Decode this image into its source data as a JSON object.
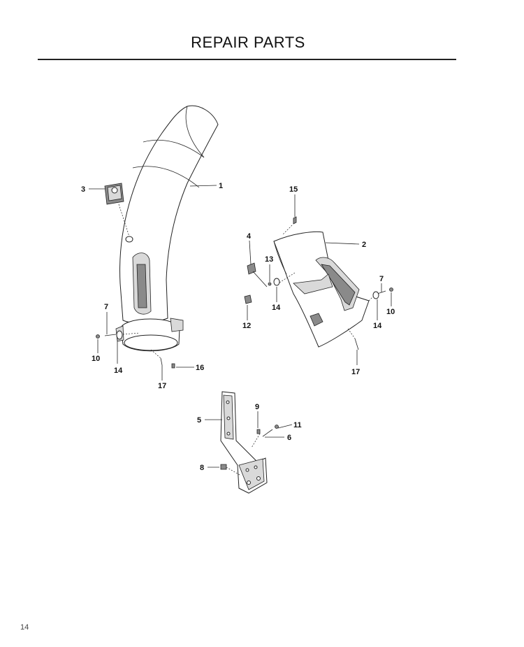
{
  "header": {
    "title": "REPAIR PARTS"
  },
  "footer": {
    "page_number": "14"
  },
  "callouts": {
    "c1": "1",
    "c2": "2",
    "c3": "3",
    "c4": "4",
    "c5": "5",
    "c6": "6",
    "c7a": "7",
    "c7b": "7",
    "c8": "8",
    "c9": "9",
    "c10a": "10",
    "c10b": "10",
    "c11": "11",
    "c12": "12",
    "c13": "13",
    "c14a": "14",
    "c14b": "14",
    "c14c": "14",
    "c15": "15",
    "c16": "16",
    "c17a": "17",
    "c17b": "17"
  }
}
